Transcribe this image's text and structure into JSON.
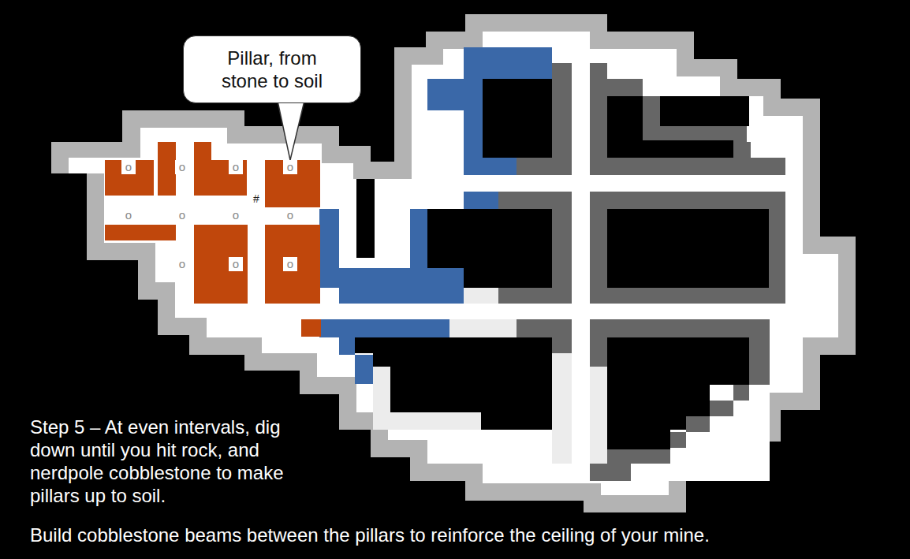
{
  "diagram": {
    "nodes": [
      {
        "text": [
          "Pillar, from stone to soil"
        ]
      }
    ],
    "labels": [
      "o",
      "o",
      "o",
      "o",
      "o",
      "o",
      "o",
      "o",
      "o",
      "o",
      "o",
      "#",
      "Step 5 – At even intervals, dig down until you hit rock, and nerdpole cobblestone to make pillars up to soil.",
      "Build cobblestone beams between the pillars to reinforce the ceiling of your mine."
    ]
  }
}
